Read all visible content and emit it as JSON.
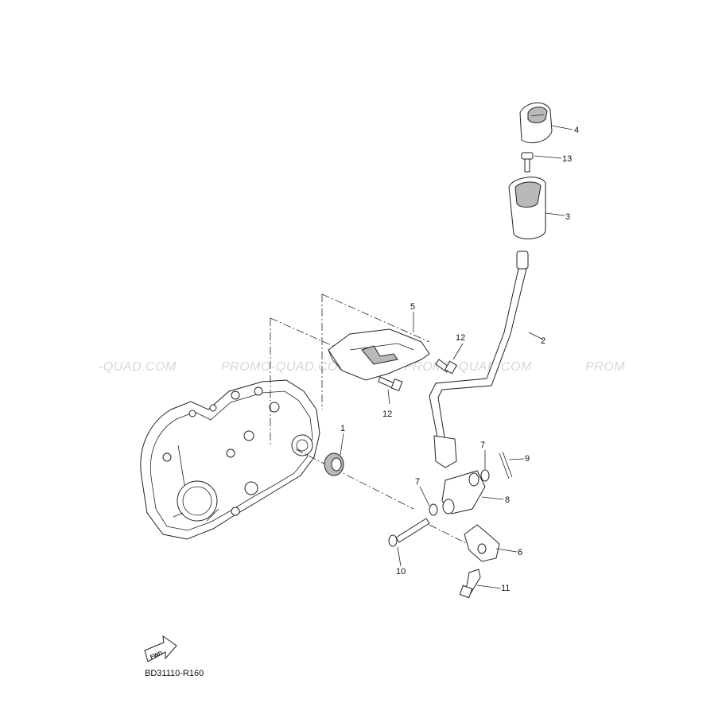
{
  "watermark": {
    "texts": [
      "-QUAD.COM",
      "PROMO-QUAD.COM",
      "PROMO-QUAD.COM",
      "PROM"
    ]
  },
  "callouts": {
    "c1": "1",
    "c2": "2",
    "c3": "3",
    "c4": "4",
    "c5": "5",
    "c6": "6",
    "c7a": "7",
    "c7b": "7",
    "c8": "8",
    "c9": "9",
    "c10": "10",
    "c11": "11",
    "c12a": "12",
    "c12b": "12",
    "c13": "13"
  },
  "fwd_label": "FWD",
  "diagram_ref": "BD31110-R160"
}
